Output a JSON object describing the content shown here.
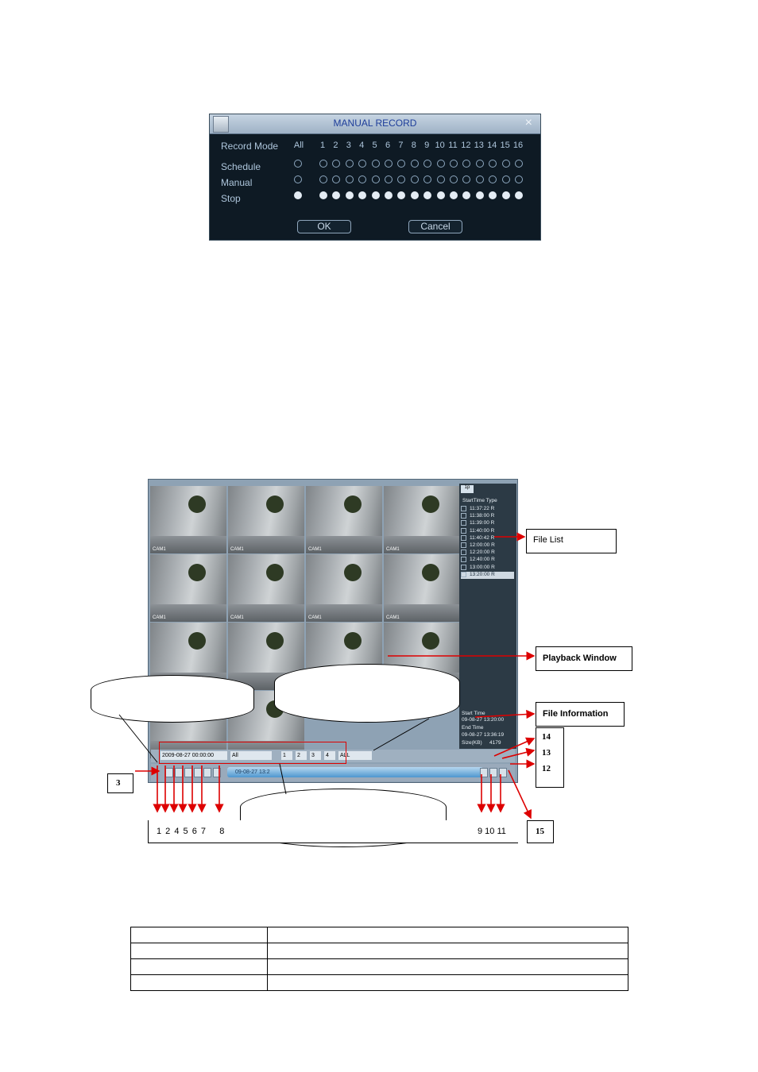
{
  "manual_record": {
    "title": "MANUAL RECORD",
    "close": "×",
    "header_label": "Record Mode",
    "all_label": "All",
    "channels": [
      "1",
      "2",
      "3",
      "4",
      "5",
      "6",
      "7",
      "8",
      "9",
      "10",
      "11",
      "12",
      "13",
      "14",
      "15",
      "16"
    ],
    "rows": [
      {
        "label": "Schedule",
        "all_selected": false,
        "selected_channels": []
      },
      {
        "label": "Manual",
        "all_selected": false,
        "selected_channels": []
      },
      {
        "label": "Stop",
        "all_selected": true,
        "selected_channels": [
          "1",
          "2",
          "3",
          "4",
          "5",
          "6",
          "7",
          "8",
          "9",
          "10",
          "11",
          "12",
          "13",
          "14",
          "15",
          "16"
        ]
      }
    ],
    "ok_label": "OK",
    "cancel_label": "Cancel"
  },
  "playback": {
    "camera_label": "CAM1",
    "file_list": {
      "tab": "1p",
      "header": "StartTime Type",
      "files": [
        "11:37:22 R",
        "11:38:00 R",
        "11:39:00 R",
        "11:40:00 R",
        "11:40:42 R",
        "12:00:00 R",
        "12:20:00 R",
        "12:40:00 R",
        "13:00:00 R",
        "13:20:00 R"
      ]
    },
    "file_info": {
      "start_label": "Start Time",
      "start_value": "09-08-27 13:20:00",
      "end_label": "End Time",
      "end_value": "09-08-27 13:36:19",
      "size_label": "Size(KB)",
      "size_value": "4179"
    },
    "control_bar": {
      "datetime": "2009-08-27 00:00:00",
      "type": "All",
      "channels": [
        "1",
        "2",
        "3",
        "4"
      ],
      "mode": "ALL"
    },
    "progress_text": "09-08-27 13:2"
  },
  "callouts": {
    "file_list": "File List",
    "playback_window": "Playback Window",
    "file_information": "File Information",
    "n3": "3",
    "n12": "12",
    "n13": "13",
    "n14": "14",
    "n15": "15",
    "left_numbers": "1 2 4 5 6 7    8",
    "right_numbers": "9 10 11"
  }
}
